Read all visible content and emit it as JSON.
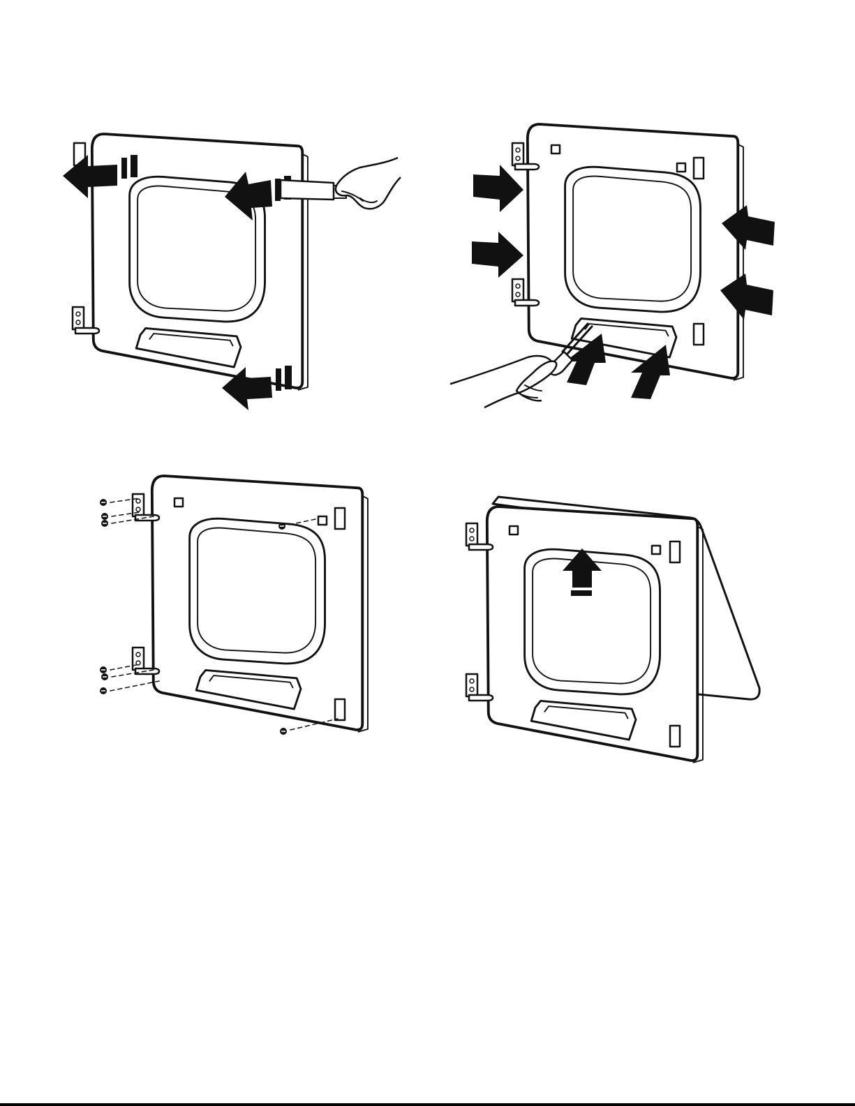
{
  "diagram": {
    "steps": [
      {
        "id": "step-1",
        "action": "pry-with-putty-knife",
        "arrows": [
          "arrow-left",
          "arrow-left",
          "arrow-left"
        ],
        "tool": "putty-knife-icon"
      },
      {
        "id": "step-2",
        "action": "squeeze-and-pry-with-screwdriver",
        "arrows": [
          "arrow-right",
          "arrow-right",
          "arrow-left",
          "arrow-left",
          "arrow-up",
          "arrow-up"
        ],
        "tool": "screwdriver-icon"
      },
      {
        "id": "step-3",
        "action": "remove-hinge-screws",
        "screws": 8
      },
      {
        "id": "step-4",
        "action": "lift-panel-upward",
        "arrows": [
          "arrow-up"
        ]
      }
    ],
    "colors": {
      "ink": "#111111",
      "paper": "#ffffff",
      "rule": "#000000"
    }
  }
}
